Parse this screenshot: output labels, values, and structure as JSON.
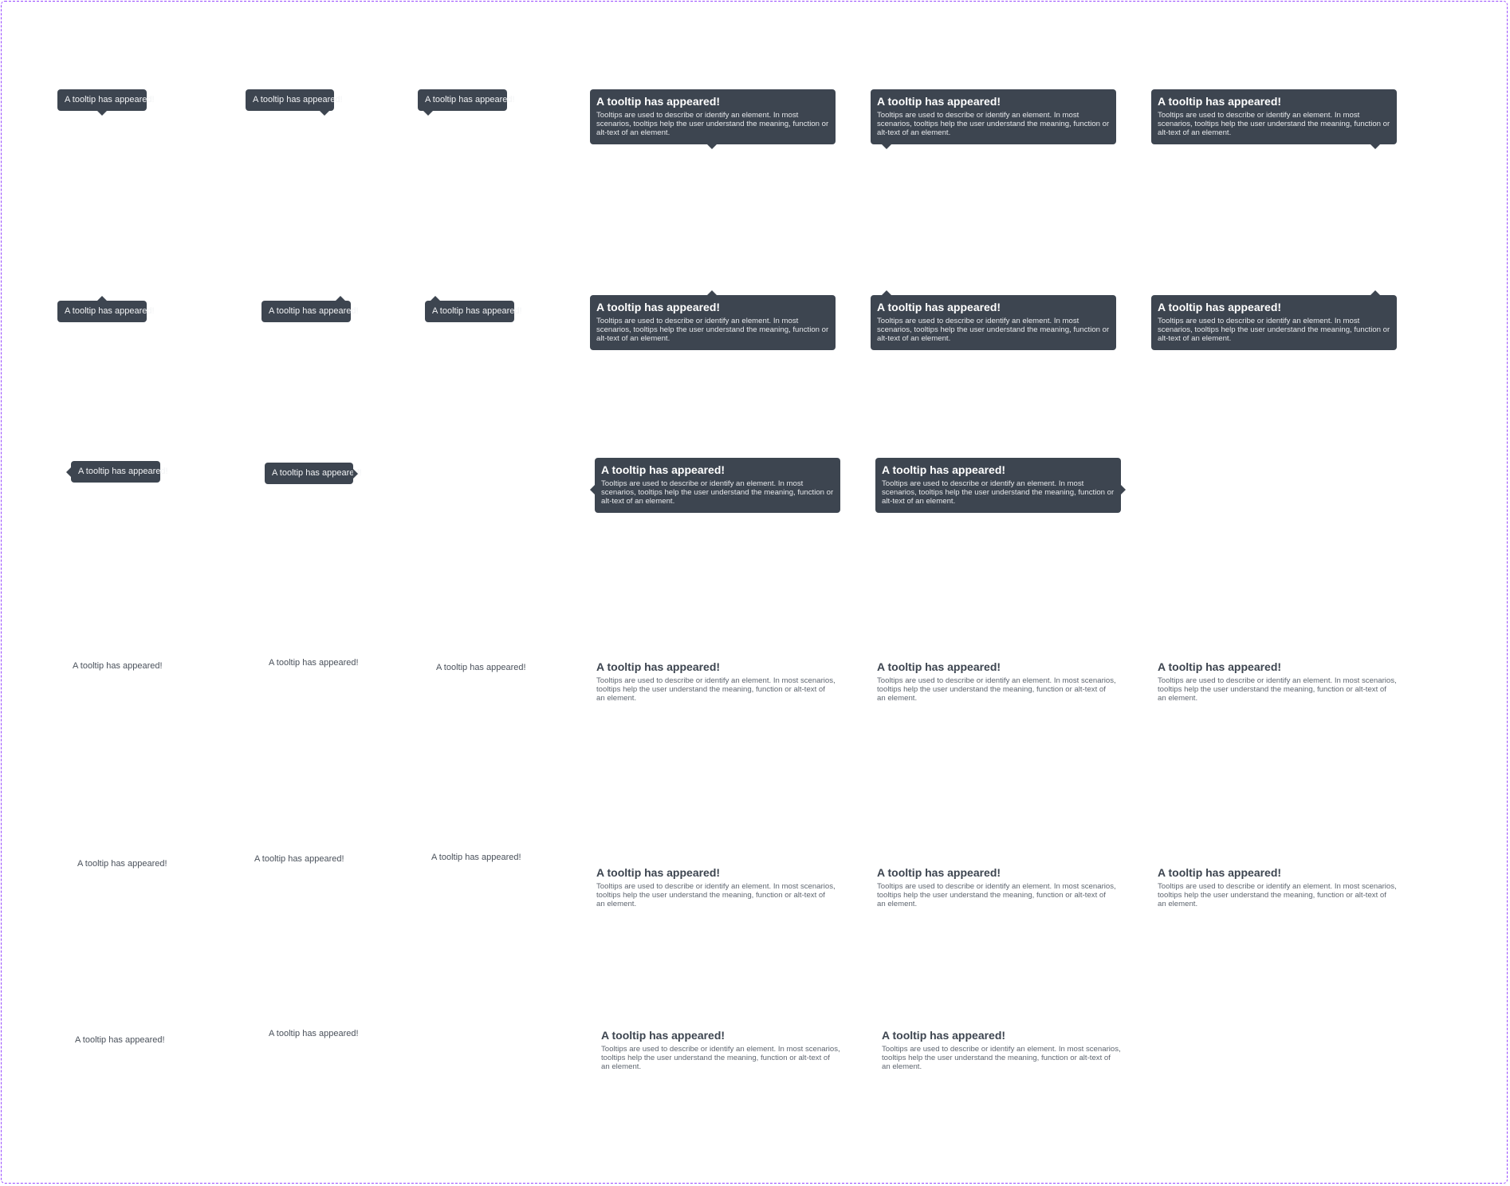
{
  "colors": {
    "tooltip_bg": "#3d4550",
    "frame_border": "#9747ff",
    "plain_title": "#3d4550",
    "plain_body": "#5f6670"
  },
  "tooltip": {
    "short_text": "A tooltip has appeared!",
    "title": "A tooltip has appeared!",
    "body": "Tooltips are used to describe or identify an element. In most scenarios, tooltips help the user understand the meaning, function or alt-text of an element."
  },
  "variants": {
    "row1": [
      {
        "size": "small",
        "arrow": "bottom-center",
        "text": "A tooltip has appeared!"
      },
      {
        "size": "small",
        "arrow": "bottom-right",
        "text": "A tooltip has appeared!"
      },
      {
        "size": "small",
        "arrow": "bottom-left",
        "text": "A tooltip has appeared!"
      },
      {
        "size": "large",
        "arrow": "bottom-center",
        "title": "A tooltip has appeared!",
        "body": "Tooltips are used to describe or identify an element. In most scenarios, tooltips help the user understand the meaning, function or alt-text of an element."
      },
      {
        "size": "large",
        "arrow": "bottom-left",
        "title": "A tooltip has appeared!",
        "body": "Tooltips are used to describe or identify an element. In most scenarios, tooltips help the user understand the meaning, function or alt-text of an element."
      },
      {
        "size": "large",
        "arrow": "bottom-right",
        "title": "A tooltip has appeared!",
        "body": "Tooltips are used to describe or identify an element. In most scenarios, tooltips help the user understand the meaning, function or alt-text of an element."
      }
    ],
    "row2": [
      {
        "size": "small",
        "arrow": "top-center",
        "text": "A tooltip has appeared!"
      },
      {
        "size": "small",
        "arrow": "top-right",
        "text": "A tooltip has appeared!"
      },
      {
        "size": "small",
        "arrow": "top-left",
        "text": "A tooltip has appeared!"
      },
      {
        "size": "large",
        "arrow": "top-center",
        "title": "A tooltip has appeared!",
        "body": "Tooltips are used to describe or identify an element. In most scenarios, tooltips help the user understand the meaning, function or alt-text of an element."
      },
      {
        "size": "large",
        "arrow": "top-left",
        "title": "A tooltip has appeared!",
        "body": "Tooltips are used to describe or identify an element. In most scenarios, tooltips help the user understand the meaning, function or alt-text of an element."
      },
      {
        "size": "large",
        "arrow": "top-right",
        "title": "A tooltip has appeared!",
        "body": "Tooltips are used to describe or identify an element. In most scenarios, tooltips help the user understand the meaning, function or alt-text of an element."
      }
    ],
    "row3": [
      {
        "size": "small",
        "arrow": "left",
        "text": "A tooltip has appeared!"
      },
      {
        "size": "small",
        "arrow": "right",
        "text": "A tooltip has appeared!"
      },
      {
        "size": "large",
        "arrow": "left",
        "title": "A tooltip has appeared!",
        "body": "Tooltips are used to describe or identify an element. In most scenarios, tooltips help the user understand the meaning, function or alt-text of an element."
      },
      {
        "size": "large",
        "arrow": "right",
        "title": "A tooltip has appeared!",
        "body": "Tooltips are used to describe or identify an element. In most scenarios, tooltips help the user understand the meaning, function or alt-text of an element."
      }
    ],
    "row4": [
      {
        "size": "small",
        "text": "A tooltip has appeared!"
      },
      {
        "size": "small",
        "text": "A tooltip has appeared!"
      },
      {
        "size": "small",
        "text": "A tooltip has appeared!"
      },
      {
        "size": "large",
        "title": "A tooltip has appeared!",
        "body": "Tooltips are used to describe or identify an element. In most scenarios, tooltips help the user understand the meaning, function or alt-text of an element."
      },
      {
        "size": "large",
        "title": "A tooltip has appeared!",
        "body": "Tooltips are used to describe or identify an element. In most scenarios, tooltips help the user understand the meaning, function or alt-text of an element."
      },
      {
        "size": "large",
        "title": "A tooltip has appeared!",
        "body": "Tooltips are used to describe or identify an element. In most scenarios, tooltips help the user understand the meaning, function or alt-text of an element."
      }
    ],
    "row5": [
      {
        "size": "small",
        "text": "A tooltip has appeared!"
      },
      {
        "size": "small",
        "text": "A tooltip has appeared!"
      },
      {
        "size": "small",
        "text": "A tooltip has appeared!"
      },
      {
        "size": "large",
        "title": "A tooltip has appeared!",
        "body": "Tooltips are used to describe or identify an element. In most scenarios, tooltips help the user understand the meaning, function or alt-text of an element."
      },
      {
        "size": "large",
        "title": "A tooltip has appeared!",
        "body": "Tooltips are used to describe or identify an element. In most scenarios, tooltips help the user understand the meaning, function or alt-text of an element."
      },
      {
        "size": "large",
        "title": "A tooltip has appeared!",
        "body": "Tooltips are used to describe or identify an element. In most scenarios, tooltips help the user understand the meaning, function or alt-text of an element."
      }
    ],
    "row6": [
      {
        "size": "small",
        "text": "A tooltip has appeared!"
      },
      {
        "size": "small",
        "text": "A tooltip has appeared!"
      },
      {
        "size": "large",
        "title": "A tooltip has appeared!",
        "body": "Tooltips are used to describe or identify an element. In most scenarios, tooltips help the user understand the meaning, function or alt-text of an element."
      },
      {
        "size": "large",
        "title": "A tooltip has appeared!",
        "body": "Tooltips are used to describe or identify an element. In most scenarios, tooltips help the user understand the meaning, function or alt-text of an element."
      }
    ]
  }
}
